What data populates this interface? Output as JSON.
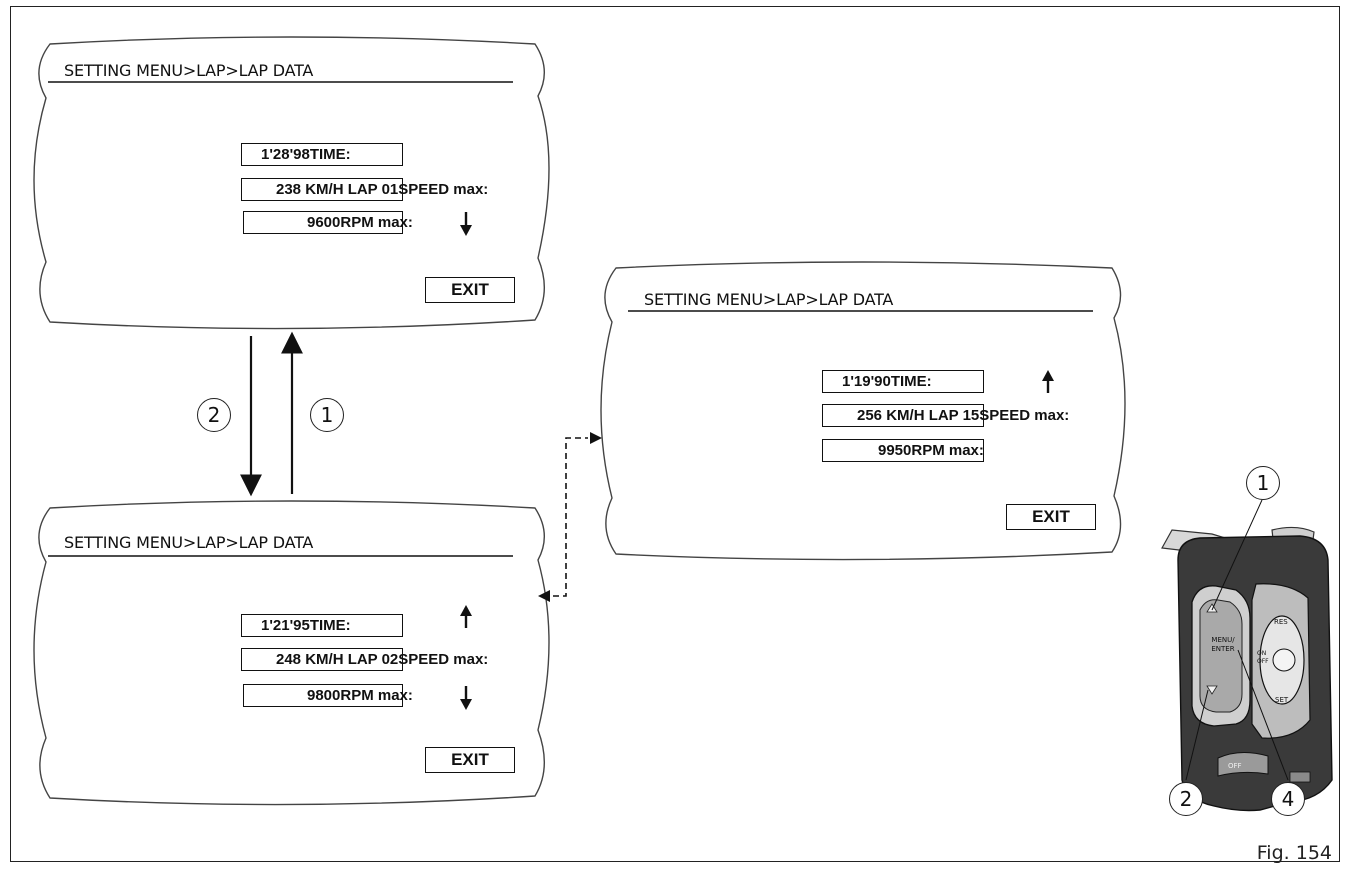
{
  "screens": {
    "top": {
      "title": "SETTING MENU>LAP>LAP DATA",
      "rows": [
        {
          "text": "1'28'98TIME:",
          "arrow": ""
        },
        {
          "text": "238 KM/H LAP 01SPEED max:",
          "arrow": ""
        },
        {
          "text": "9600RPM max:",
          "arrow": "down"
        }
      ],
      "exit_label": "EXIT"
    },
    "bottom": {
      "title": "SETTING MENU>LAP>LAP DATA",
      "rows": [
        {
          "text": "1'21'95TIME:",
          "arrow": "up"
        },
        {
          "text": "248 KM/H LAP 02SPEED max:",
          "arrow": ""
        },
        {
          "text": "9800RPM max:",
          "arrow": "down"
        }
      ],
      "exit_label": "EXIT"
    },
    "right": {
      "title": "SETTING MENU>LAP>LAP DATA",
      "rows": [
        {
          "text": "1'19'90TIME:",
          "arrow": "up"
        },
        {
          "text": "256 KM/H LAP 15SPEED max:",
          "arrow": ""
        },
        {
          "text": "9950RPM max:",
          "arrow": ""
        }
      ],
      "exit_label": "EXIT"
    }
  },
  "callouts": {
    "nav_down": "2",
    "nav_up": "1",
    "switch_up": "1",
    "switch_down": "2",
    "switch_enter": "4"
  },
  "switch_labels": {
    "menu": "MENU/",
    "enter": "ENTER",
    "res": "RES",
    "set": "SET",
    "on": "ON",
    "off_side": "OFF",
    "off": "OFF"
  },
  "figure_label": "Fig. 154"
}
